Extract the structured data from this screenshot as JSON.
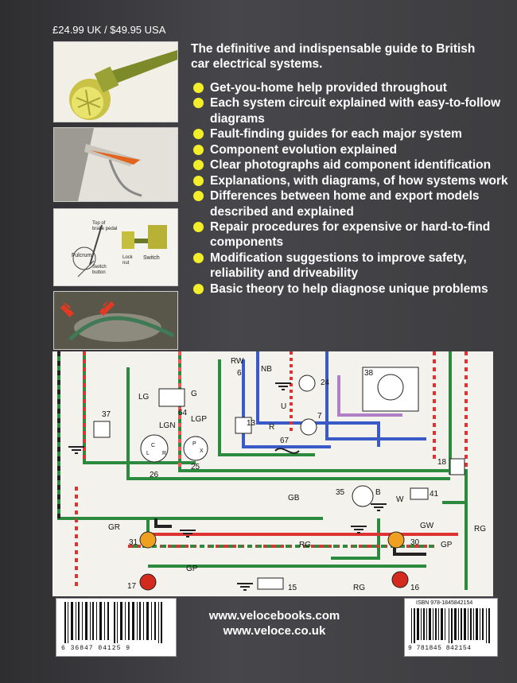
{
  "price": "£24.99 UK / $49.95 USA",
  "headline": "The definitive and indispensable guide to British car electrical systems.",
  "bullets": [
    "Get-you-home help provided throughout",
    "Each system circuit explained with easy-to-follow diagrams",
    "Fault-finding guides for each major system",
    "Component evolution explained",
    "Clear photographs aid component identification",
    "Explanations, with diagrams, of how systems work",
    "Differences between home and export models described and explained",
    "Repair procedures for expensive or hard-to-find components",
    "Modification suggestions to improve safety, reliability and driveability",
    "Basic theory to help diagnose unique problems"
  ],
  "switch_photo": {
    "top_label": "Top of brake pedal",
    "fulcrum": "Fulcrum",
    "button": "Switch button",
    "locknut": "Lock nut",
    "switch": "Switch"
  },
  "diagram_labels": {
    "rw": "RW",
    "nb": "NB",
    "n38": "38",
    "n24": "24",
    "n6": "6",
    "lg": "LG",
    "g": "G",
    "n64": "64",
    "u": "U",
    "n7": "7",
    "n37": "37",
    "lgn": "LGN",
    "lgp": "LGP",
    "n13": "13",
    "r": "R",
    "n67": "67",
    "c": "C",
    "l": "L",
    "rr": "R",
    "p": "P",
    "x": "X",
    "n26": "26",
    "n25": "25",
    "n18": "18",
    "gb": "GB",
    "n35": "35",
    "b": "B",
    "w": "W",
    "n41": "41",
    "gr": "GR",
    "gw": "GW",
    "rg1": "RG",
    "n31": "31",
    "n30": "30",
    "rg2": "RG",
    "gp1": "GP",
    "gp2": "GP",
    "n17": "17",
    "n15": "15",
    "rg3": "RG",
    "n16": "16"
  },
  "websites": [
    "www.velocebooks.com",
    "www.veloce.co.uk"
  ],
  "barcode_left": "6 36847 04125 9",
  "isbn_label": "ISBN 978-1845842154",
  "barcode_right": "9 781845 842154",
  "colors": {
    "bullet": "#f2ef2a",
    "background": "#3a3a3d"
  }
}
